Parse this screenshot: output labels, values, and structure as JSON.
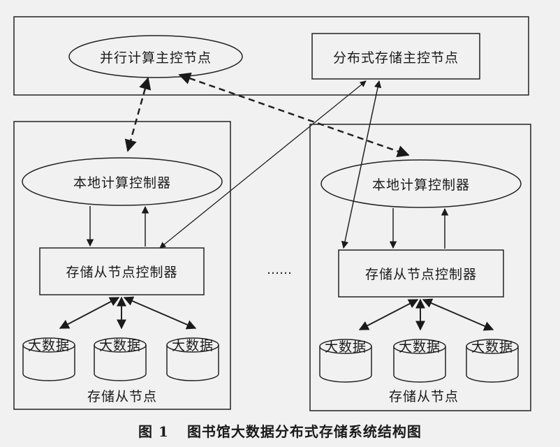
{
  "top": {
    "parallel_master": "并行计算主控节点",
    "storage_master": "分布式存储主控节点"
  },
  "left_node": {
    "local_controller": "本地计算控制器",
    "slave_controller": "存储从节点控制器",
    "data_stores": [
      "大数据",
      "大数据",
      "大数据"
    ],
    "title": "存储从节点"
  },
  "right_node": {
    "local_controller": "本地计算控制器",
    "slave_controller": "存储从节点控制器",
    "data_stores": [
      "大数据",
      "大数据",
      "大数据"
    ],
    "title": "存储从节点"
  },
  "ellipsis": "……",
  "caption": {
    "number": "图 1",
    "text": "图书馆大数据分布式存储系统结构图"
  }
}
